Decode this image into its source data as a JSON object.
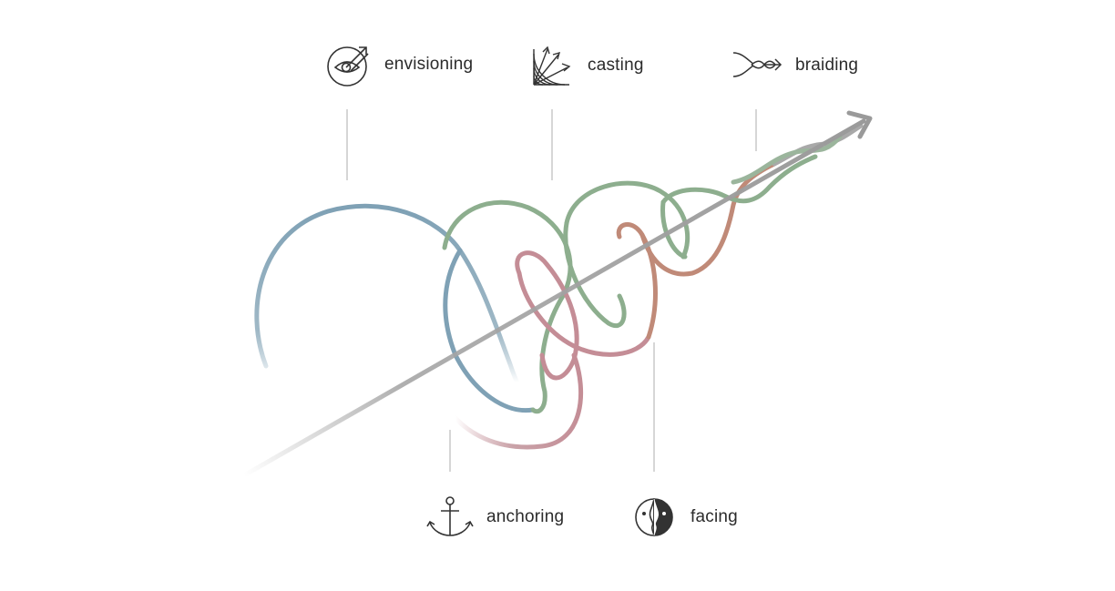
{
  "labels": {
    "envisioning": "envisioning",
    "casting": "casting",
    "braiding": "braiding",
    "anchoring": "anchoring",
    "facing": "facing"
  },
  "icons": {
    "envisioning": "eye-target-arrow-icon",
    "casting": "fan-arrows-icon",
    "braiding": "braid-arrow-icon",
    "anchoring": "anchor-icon",
    "facing": "faces-icon"
  },
  "colors": {
    "axis": "#a6a6a6",
    "blue": "#7fa1b5",
    "green": "#8dae8e",
    "rose": "#c48d96",
    "rust": "#c08a78",
    "line": "#c8c8c8",
    "icon": "#333333"
  }
}
